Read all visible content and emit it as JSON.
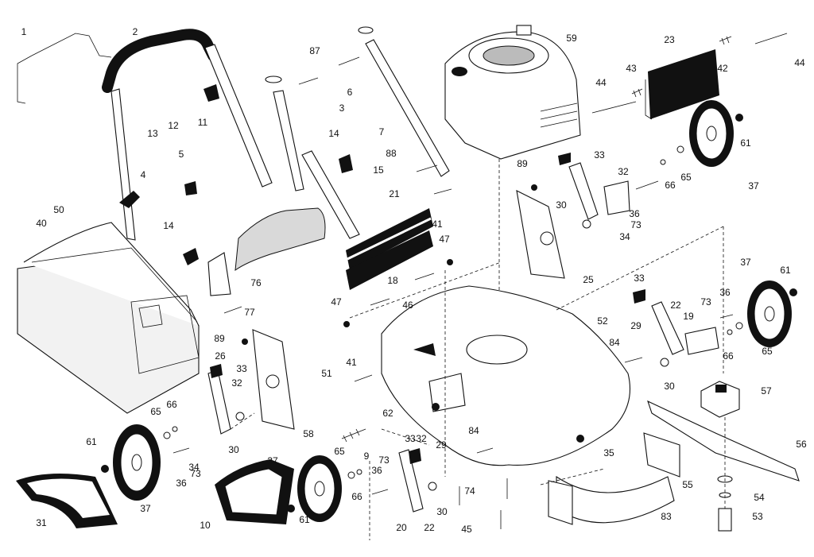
{
  "diagram": {
    "part_labels": [
      "1",
      "2",
      "3",
      "4",
      "5",
      "6",
      "7",
      "9",
      "10",
      "11",
      "12",
      "13",
      "14",
      "14",
      "15",
      "18",
      "19",
      "20",
      "21",
      "22",
      "22",
      "23",
      "25",
      "26",
      "29",
      "29",
      "30",
      "30",
      "30",
      "30",
      "31",
      "32",
      "32",
      "32",
      "33",
      "33",
      "33",
      "33",
      "34",
      "34",
      "35",
      "36",
      "36",
      "36",
      "36",
      "37",
      "37",
      "37",
      "37",
      "40",
      "41",
      "41",
      "42",
      "43",
      "44",
      "44",
      "45",
      "46",
      "47",
      "47",
      "50",
      "51",
      "52",
      "53",
      "54",
      "55",
      "56",
      "57",
      "58",
      "59",
      "61",
      "61",
      "61",
      "61",
      "62",
      "65",
      "65",
      "65",
      "65",
      "66",
      "66",
      "66",
      "66",
      "73",
      "73",
      "73",
      "73",
      "74",
      "76",
      "77",
      "83",
      "84",
      "84",
      "87",
      "88",
      "89",
      "89"
    ]
  }
}
